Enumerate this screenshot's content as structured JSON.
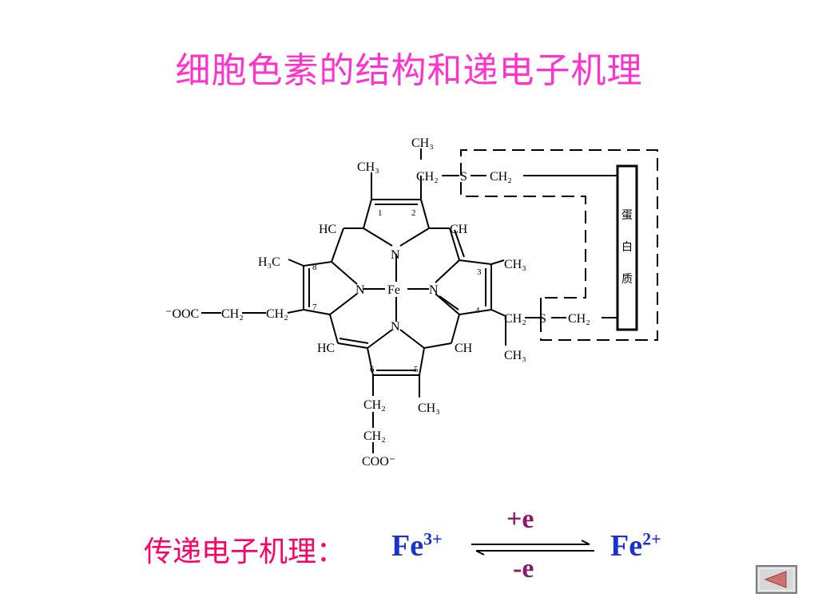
{
  "title": "细胞色素的结构和递电子机理",
  "diagram": {
    "atoms": {
      "n": "N",
      "fe": "Fe",
      "hc": "HC",
      "ch": "CH",
      "ch3": "CH₃",
      "h3c": "H₃C",
      "ch2": "CH₂",
      "s": "S",
      "coo_minus_left": "⁻OOC",
      "coo_minus_bottom": "COO⁻"
    },
    "ring_numbers": [
      "1",
      "2",
      "3",
      "4",
      "5",
      "6",
      "7",
      "8"
    ],
    "protein_label": [
      "蛋",
      "白",
      "质"
    ]
  },
  "mechanism": {
    "label": "传递电子机理：",
    "left_species": "Fe",
    "left_charge": "3+",
    "right_species": "Fe",
    "right_charge": "2+",
    "plus_e": "+e",
    "minus_e": "-e"
  },
  "nav": {
    "back_icon": "back-arrow-icon"
  }
}
